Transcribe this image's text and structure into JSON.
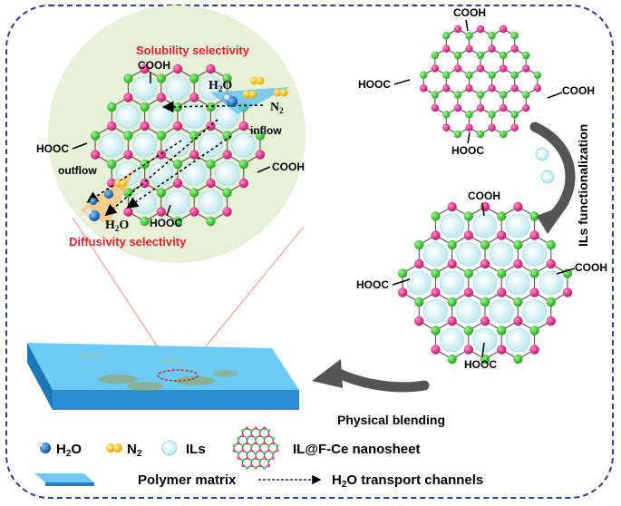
{
  "labels": {
    "solubility": "Solubility  selectivity",
    "diffusivity": "Diffusivity  selectivity",
    "inflow": "inflow",
    "outflow": "outflow",
    "h2o_top": "H",
    "h2o_top_sub": "2",
    "h2o_top_o": "O",
    "n2": "N",
    "n2_sub": "2",
    "h2o_bottom": "H",
    "h2o_bottom_sub": "2",
    "h2o_bottom_o": "O",
    "cooh": "COOH",
    "hooc": "HOOC",
    "ils_functionalization": "ILs functionalization",
    "physical_blending": "Physical blending"
  },
  "legend": {
    "h2o": "H",
    "h2o_sub": "2",
    "h2o_o": "O",
    "n2": "N",
    "n2_sub": "2",
    "ils": "ILs",
    "nanosheet": "IL@F-Ce nanosheet",
    "polymer": "Polymer matrix",
    "channels": "H",
    "channels_sub": "2",
    "channels_rest": "O transport channels"
  },
  "colors": {
    "magenta": "#e0238a",
    "green": "#36c62b",
    "ils_fill": "#d8f3f5",
    "circle_bg": "#e7f0d9",
    "membrane": "#3cb0ec",
    "arrow": "#555555",
    "frame": "#2f3f8f"
  }
}
